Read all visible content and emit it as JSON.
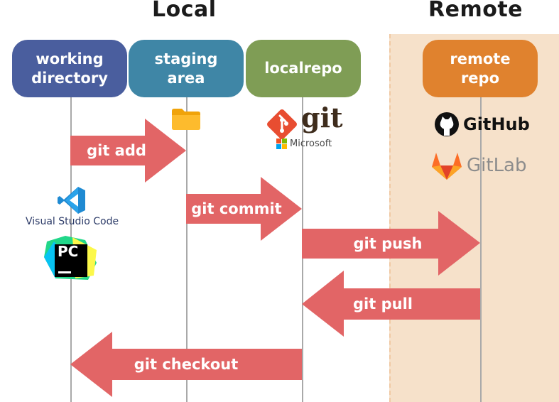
{
  "headings": {
    "local": "Local",
    "remote": "Remote"
  },
  "boxes": {
    "working_directory": "working\ndirectory",
    "staging_area": "staging\narea",
    "localrepo": "localrepo",
    "remote_repo": "remote\nrepo"
  },
  "arrows": {
    "add": "git add",
    "commit": "git commit",
    "push": "git push",
    "pull": "git pull",
    "checkout": "git checkout"
  },
  "logos": {
    "git": "git",
    "microsoft": "Microsoft",
    "github": "GitHub",
    "gitlab": "GitLab",
    "vscode": "Visual Studio Code",
    "pycharm": "PC"
  },
  "colors": {
    "working_directory": "#4a5e9e",
    "staging_area": "#3f86a6",
    "localrepo": "#7f9d55",
    "remote_repo": "#e0822e",
    "arrow": "#e26566",
    "remote_background": "#f6e1ca"
  }
}
